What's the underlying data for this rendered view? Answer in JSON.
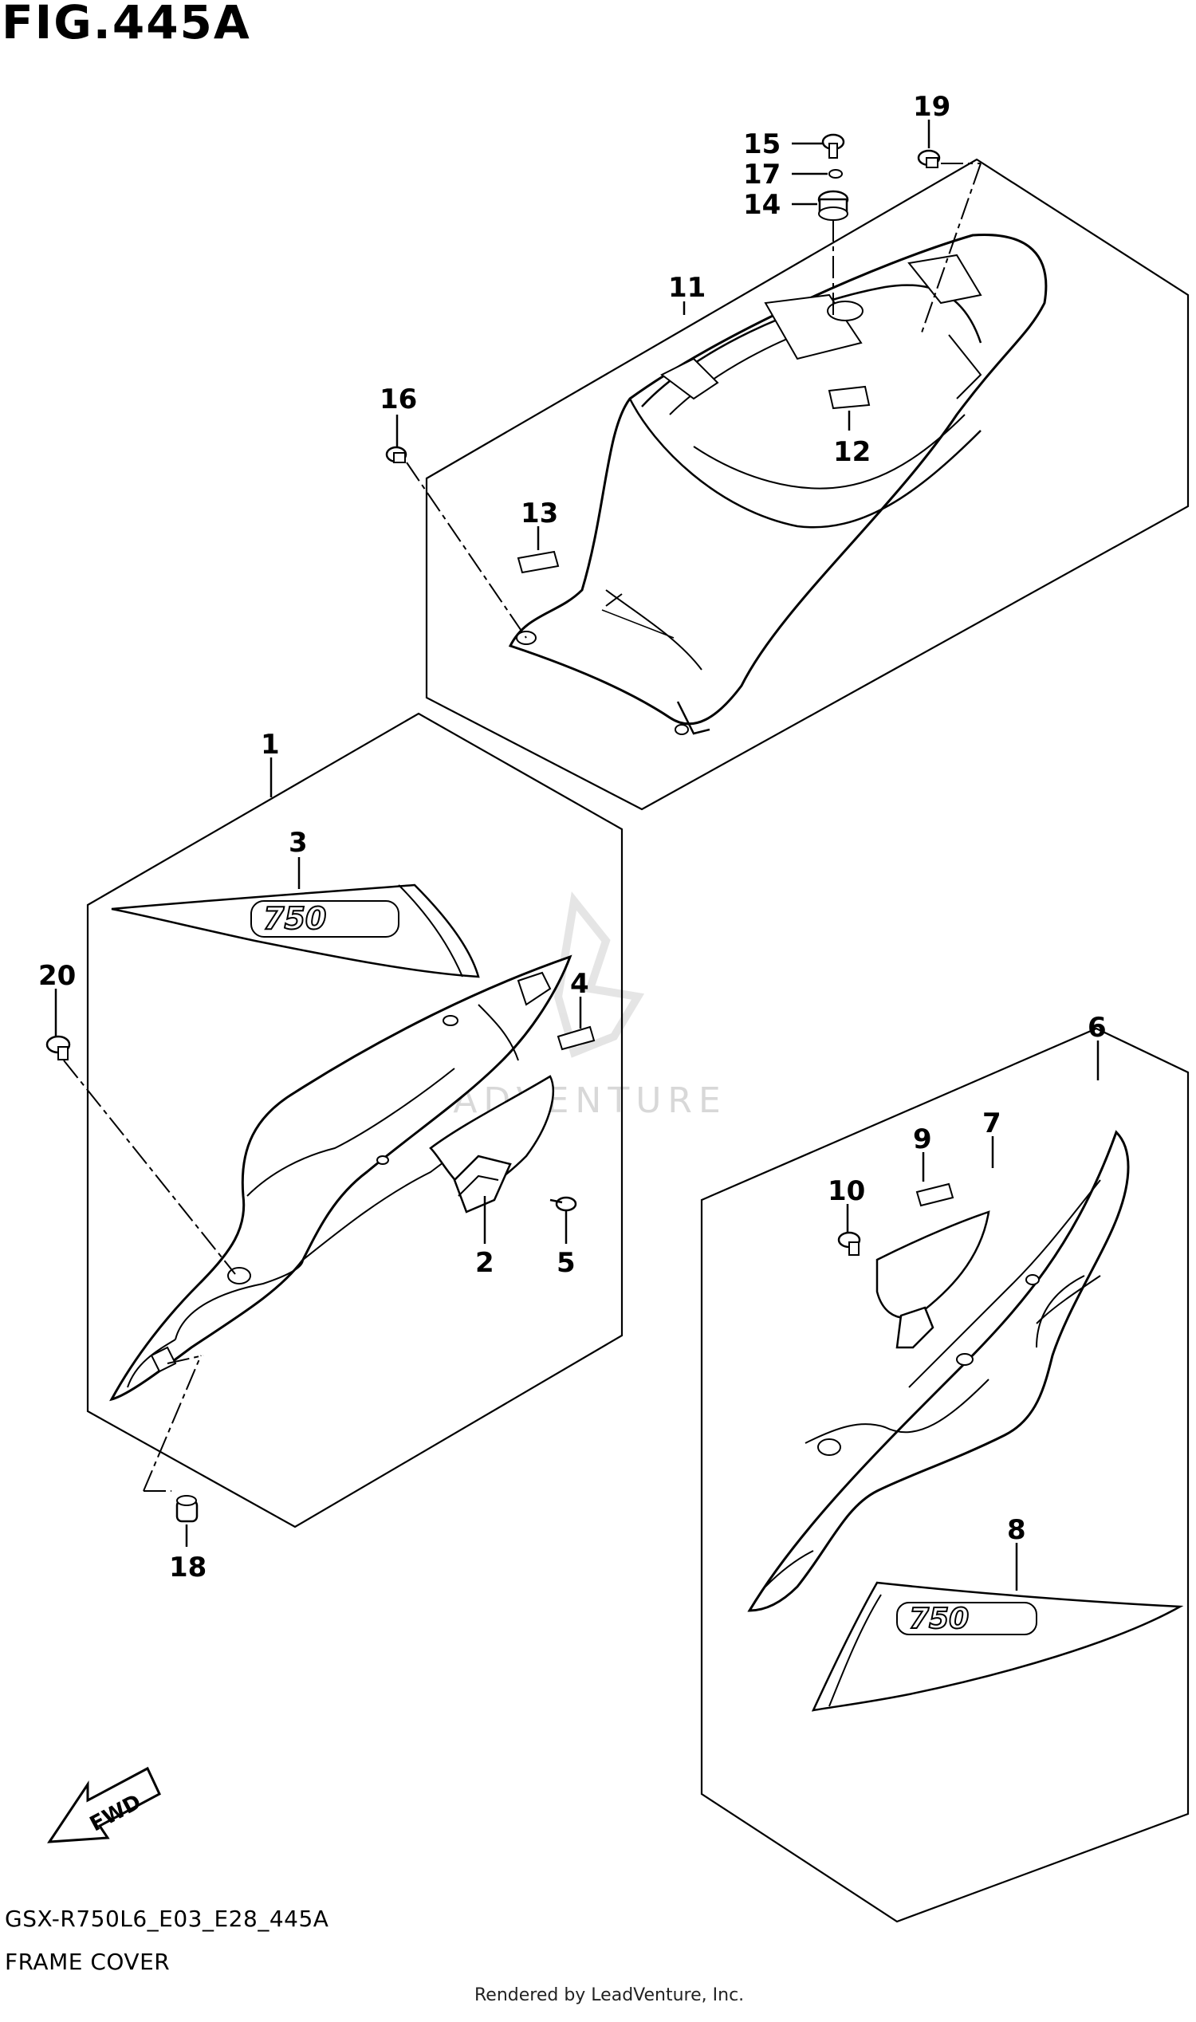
{
  "figure": {
    "title": "FIG.445A",
    "code": "GSX-R750L6_E03_E28_445A",
    "name": "FRAME COVER",
    "credit": "Rendered by LeadVenture, Inc."
  },
  "watermark": "LEADVENTURE",
  "direction_badge": "FWD",
  "callouts": {
    "c1": "1",
    "c2": "2",
    "c3": "3",
    "c4": "4",
    "c5": "5",
    "c6": "6",
    "c7": "7",
    "c8": "8",
    "c9": "9",
    "c10": "10",
    "c11": "11",
    "c12": "12",
    "c13": "13",
    "c14": "14",
    "c15": "15",
    "c16": "16",
    "c17": "17",
    "c18": "18",
    "c19": "19",
    "c20": "20"
  },
  "decals": {
    "left_logo": "750",
    "right_logo": "750"
  }
}
